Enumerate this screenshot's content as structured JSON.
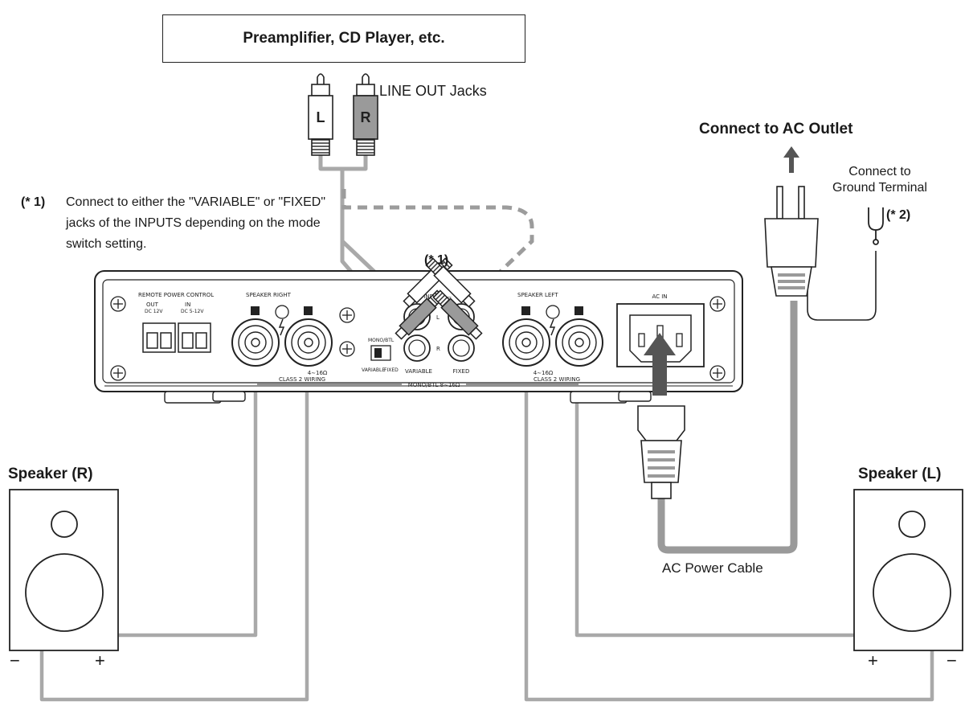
{
  "source_label": "Preamplifier, CD Player, etc.",
  "line_out_label": "LINE OUT Jacks",
  "plug_left": "L",
  "plug_right": "R",
  "ac_outlet_label": "Connect to AC Outlet",
  "ground_label_line1": "Connect to",
  "ground_label_line2": "Ground Terminal",
  "note2_tag": "(* 2)",
  "note1_tag": "(* 1)",
  "note1_text": "Connect to either the \"VARIABLE\" or \"FIXED\" jacks of the INPUTS depending on the mode switch setting.",
  "note1_marker": "(* 1)",
  "speaker_right_label": "Speaker (R)",
  "speaker_left_label": "Speaker (L)",
  "ac_cable_label": "AC Power Cable",
  "terminal_minus": "−",
  "terminal_plus": "+",
  "panel": {
    "remote_power_control": "REMOTE POWER CONTROL",
    "out": "OUT",
    "in": "IN",
    "dc12": "DC 12V",
    "dc5_12": "DC 5-12V",
    "speaker_right": "SPEAKER RIGHT",
    "speaker_left": "SPEAKER LEFT",
    "inputs": "— INPUTS —",
    "input_l": "L",
    "input_r": "R",
    "variable": "VARIABLE",
    "fixed": "FIXED",
    "mono_btl_switch": "MONO/BTL",
    "switch_variable": "VARIABLE",
    "switch_fixed": "FIXED",
    "impedance": "4∼16Ω",
    "class2": "CLASS 2 WIRING",
    "mono_btl_bar": "MONO/BTL  8∼16Ω",
    "ac_in": "AC IN"
  },
  "colors": {
    "cable": "#a9a9a9",
    "dashed_cable": "#9c9c9c",
    "outline": "#222222",
    "plug_gray": "#9a9a9a"
  }
}
